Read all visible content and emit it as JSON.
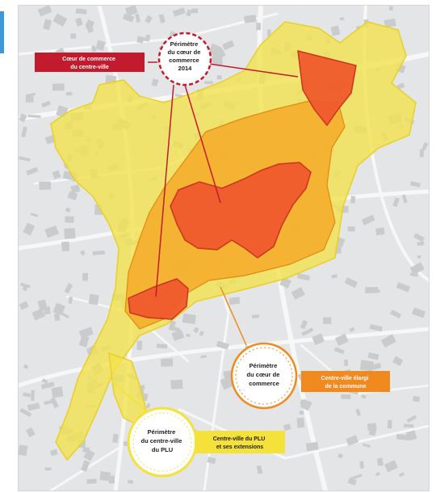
{
  "colors": {
    "background_map": "#e3e5e6",
    "road": "#f7f7f7",
    "building": "#c9cbcd",
    "zone_outer": "#f2e34a",
    "zone_middle": "#f5a623",
    "zone_inner": "#ee5a2c",
    "zone_inner_stroke": "#c8361d",
    "callout_red": "#c31b2e",
    "callout_orange": "#f08a1f",
    "callout_yellow": "#f4e23a",
    "accent_bar": "#3a9ad9"
  },
  "icons": [
    "map-legend-marker"
  ],
  "callouts": {
    "top": {
      "circle_lines": [
        "Périmètre",
        "du cœur de",
        "commerce",
        "2014"
      ],
      "box_lines": [
        "Cœur de commerce",
        "du centre-ville"
      ]
    },
    "middle": {
      "circle_lines": [
        "Périmètre",
        "du cœur de",
        "commerce"
      ],
      "box_lines": [
        "Centre-ville élargi",
        "de la commune"
      ]
    },
    "bottom": {
      "circle_lines": [
        "Périmètre",
        "du centre-ville",
        "du PLU"
      ],
      "box_lines": [
        "Centre-ville du PLU",
        "et ses extensions"
      ]
    }
  }
}
